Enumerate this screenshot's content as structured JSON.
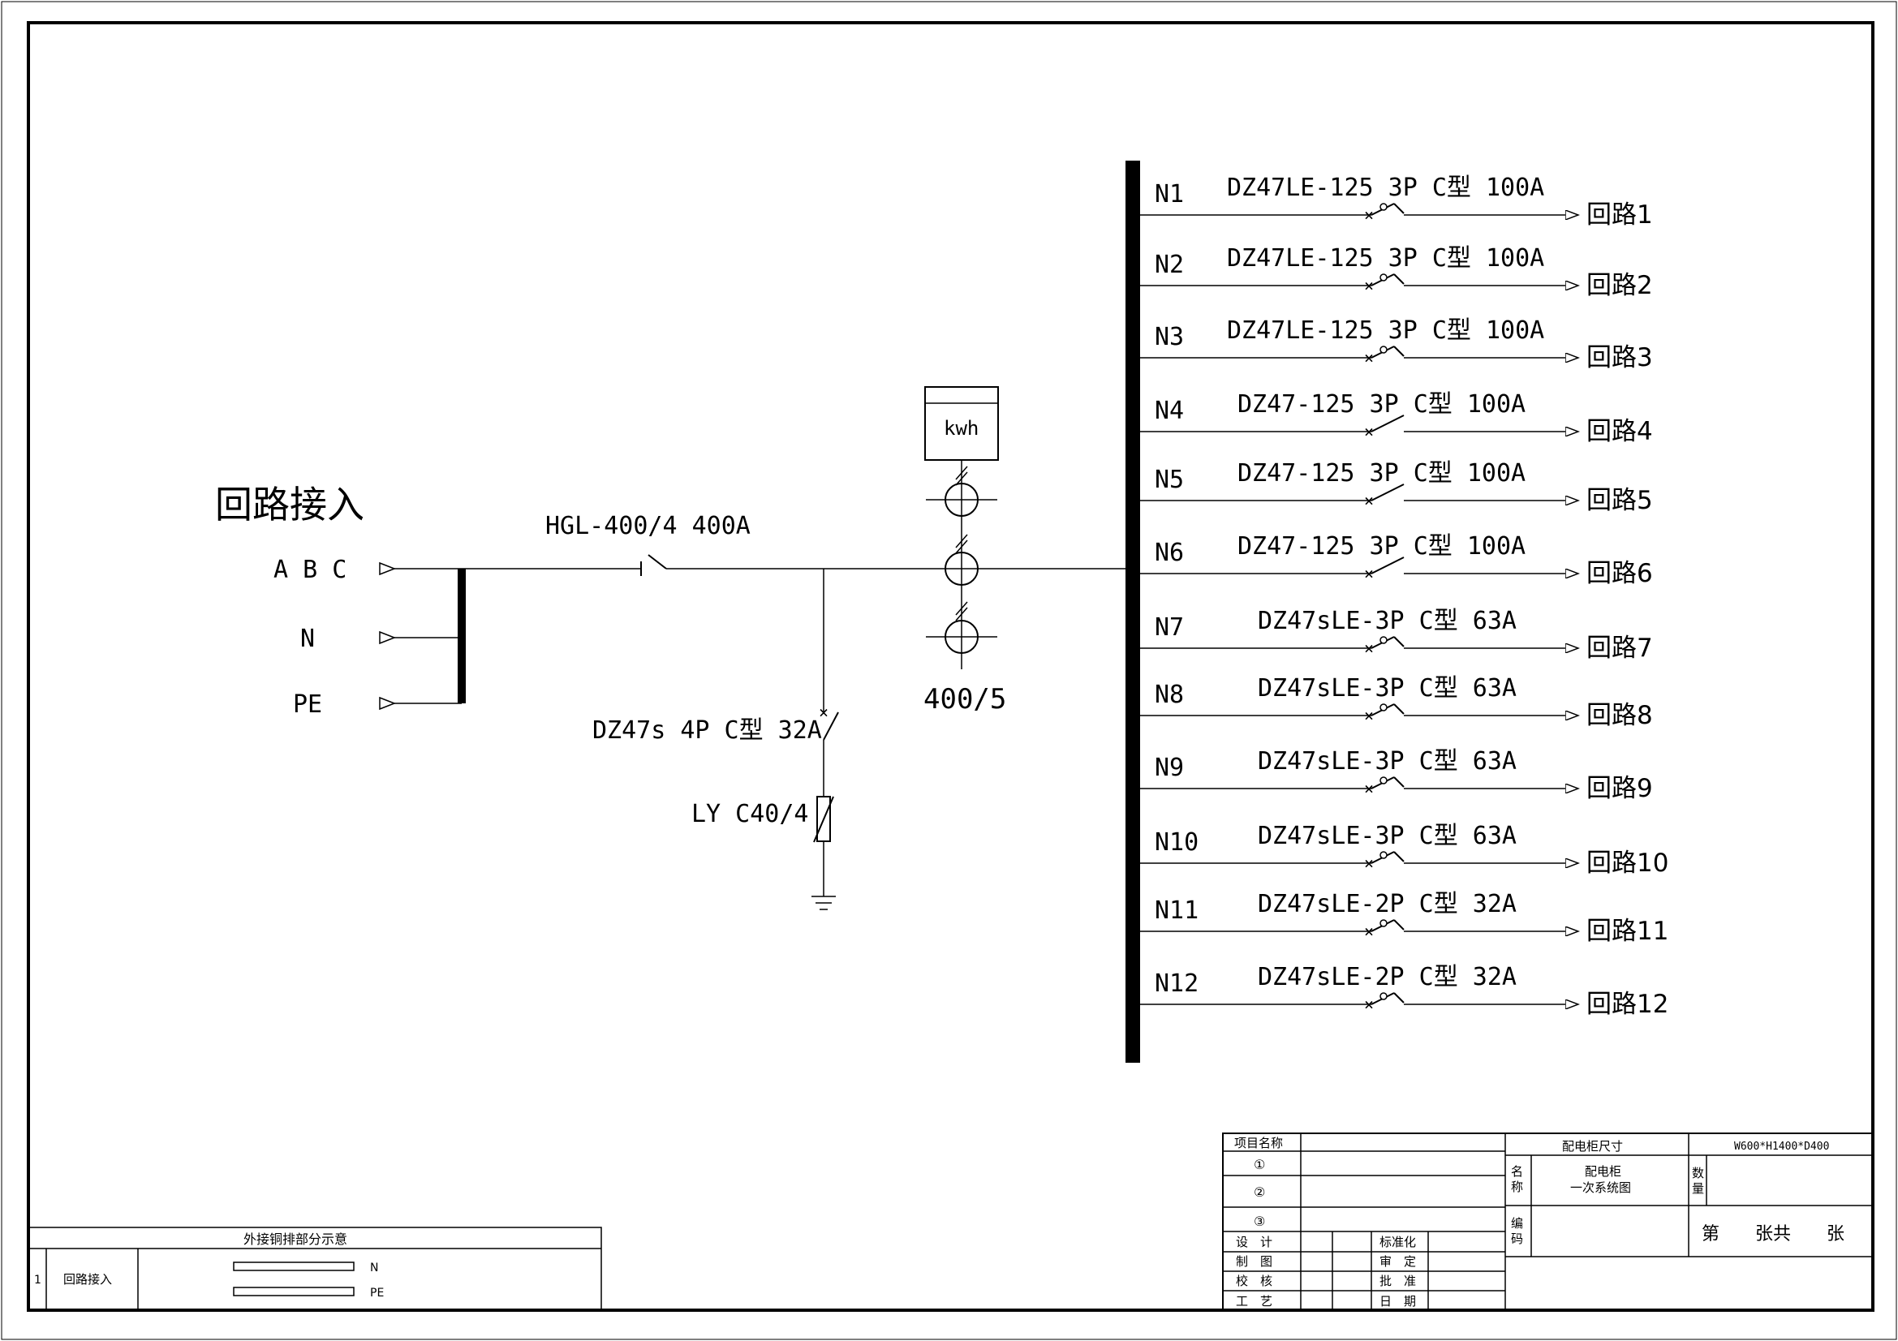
{
  "incoming": {
    "title": "回路接入",
    "phase_label": "A B C",
    "neutral_label": "N",
    "pe_label": "PE"
  },
  "main_switch_label": "HGL-400/4 400A",
  "meter_label": "kwh",
  "ct_ratio": "400/5",
  "spd_breaker_label": "DZ47s 4P C型 32A",
  "surge_arrester_label": "LY C40/4",
  "circuits": [
    {
      "id": "N1",
      "breaker": "DZ47LE-125 3P C型 100A",
      "out": "回路1"
    },
    {
      "id": "N2",
      "breaker": "DZ47LE-125 3P C型 100A",
      "out": "回路2"
    },
    {
      "id": "N3",
      "breaker": "DZ47LE-125 3P C型 100A",
      "out": "回路3"
    },
    {
      "id": "N4",
      "breaker": "DZ47-125 3P C型 100A",
      "out": "回路4"
    },
    {
      "id": "N5",
      "breaker": "DZ47-125 3P C型 100A",
      "out": "回路5"
    },
    {
      "id": "N6",
      "breaker": "DZ47-125 3P C型 100A",
      "out": "回路6"
    },
    {
      "id": "N7",
      "breaker": "DZ47sLE-3P C型 63A",
      "out": "回路7"
    },
    {
      "id": "N8",
      "breaker": "DZ47sLE-3P C型 63A",
      "out": "回路8"
    },
    {
      "id": "N9",
      "breaker": "DZ47sLE-3P C型 63A",
      "out": "回路9"
    },
    {
      "id": "N10",
      "breaker": "DZ47sLE-3P C型 63A",
      "out": "回路10"
    },
    {
      "id": "N11",
      "breaker": "DZ47sLE-2P C型 32A",
      "out": "回路11"
    },
    {
      "id": "N12",
      "breaker": "DZ47sLE-2P C型 32A",
      "out": "回路12"
    }
  ],
  "busbar_note": {
    "title": "外接铜排部分示意",
    "row_no": "1",
    "row_name": "回路接入",
    "bar1": "N",
    "bar2": "PE"
  },
  "title_block": {
    "project_name": "项目名称",
    "item1": "①",
    "item2": "②",
    "item3": "③",
    "design": "设　计",
    "drawn": "制　图",
    "check": "校　核",
    "craft": "工　艺",
    "standard": "标准化",
    "review": "审　定",
    "approve": "批　准",
    "date": "日　期",
    "cabinet_size_label": "配电柜尺寸",
    "cabinet_size": "W600*H1400*D400",
    "name_label_1": "名",
    "name_label_2": "称",
    "drawing_name_1": "配电柜",
    "drawing_name_2": "一次系统图",
    "qty_label_1": "数",
    "qty_label_2": "量",
    "code_label_1": "编",
    "code_label_2": "码",
    "sheet_text": "第　　张共　　张"
  }
}
